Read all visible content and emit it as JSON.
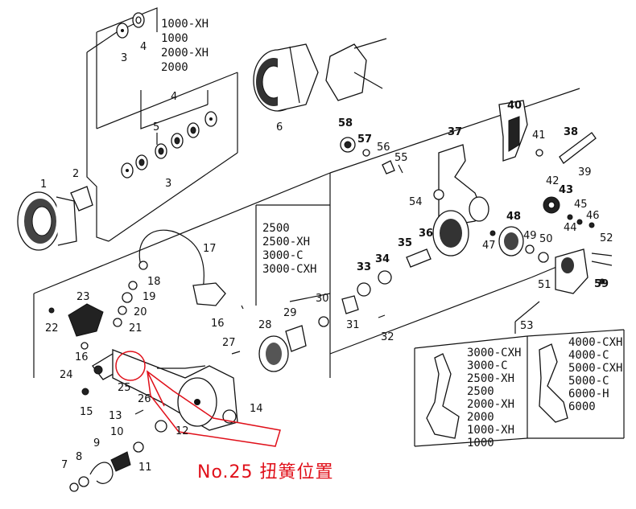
{
  "parts": {
    "p1": "1",
    "p2": "2",
    "p3a": "3",
    "p3b": "3",
    "p4a": "4",
    "p4b": "4",
    "p5": "5",
    "p6": "6",
    "p7": "7",
    "p8": "8",
    "p9": "9",
    "p10": "10",
    "p11": "11",
    "p12": "12",
    "p13": "13",
    "p14": "14",
    "p15": "15",
    "p16a": "16",
    "p16b": "16",
    "p17": "17",
    "p18": "18",
    "p19": "19",
    "p20": "20",
    "p21": "21",
    "p22": "22",
    "p23": "23",
    "p24": "24",
    "p25": "25",
    "p26": "26",
    "p27": "27",
    "p28": "28",
    "p29": "29",
    "p30": "30",
    "p31": "31",
    "p32": "32",
    "p33": "33",
    "p34": "34",
    "p35": "35",
    "p36": "36",
    "p37": "37",
    "p38": "38",
    "p39": "39",
    "p40": "40",
    "p41": "41",
    "p42": "42",
    "p43": "43",
    "p44": "44",
    "p45": "45",
    "p46": "46",
    "p47": "47",
    "p48": "48",
    "p49": "49",
    "p50": "50",
    "p51": "51",
    "p52": "52",
    "p53": "53",
    "p54": "54",
    "p55": "55",
    "p56": "56",
    "p57": "57",
    "p58": "58",
    "p59": "59"
  },
  "spool_models": [
    "1000-XH",
    "1000",
    "2000-XH",
    "2000"
  ],
  "body_models": [
    "2500",
    "2500-XH",
    "3000-C",
    "3000-CXH"
  ],
  "handle_models_left": [
    "3000-CXH",
    "3000-C",
    "2500-XH",
    "2500",
    "2000-XH",
    "2000",
    "1000-XH",
    "1000"
  ],
  "handle_models_right": [
    "4000-CXH",
    "4000-C",
    "5000-CXH",
    "5000-C",
    "6000-H",
    "6000"
  ],
  "annotation": {
    "text": "No.25 扭簧位置",
    "color": "#e0101a"
  }
}
